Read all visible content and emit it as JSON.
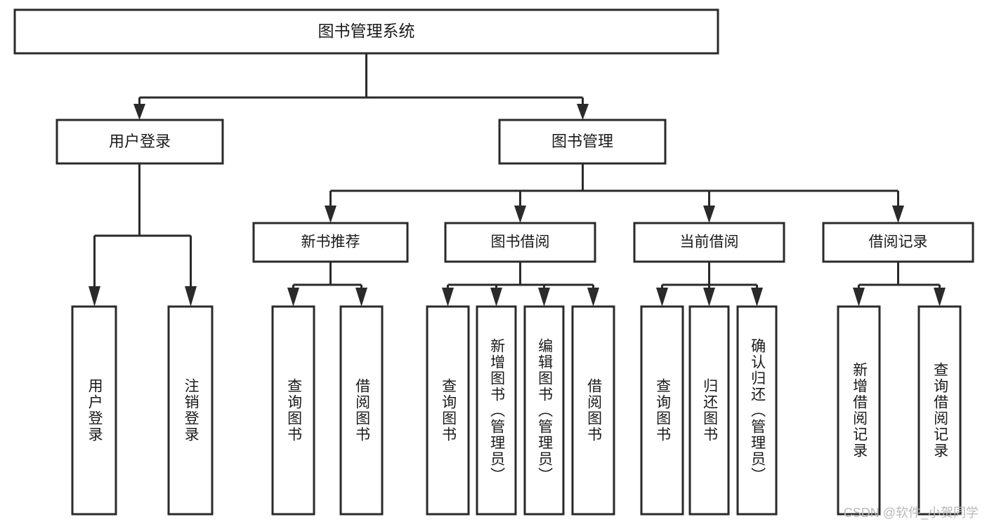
{
  "diagram": {
    "title": "图书管理系统",
    "type": "tree",
    "colors": {
      "stroke": "#2a2a2a",
      "fill": "#ffffff",
      "text": "#1a1a1a",
      "watermark": "#b9b9b9",
      "background": "#ffffff"
    },
    "root": {
      "label": "图书管理系统"
    },
    "level2": [
      {
        "label": "用户登录"
      },
      {
        "label": "图书管理"
      }
    ],
    "level3": [
      {
        "label": "新书推荐"
      },
      {
        "label": "图书借阅"
      },
      {
        "label": "当前借阅"
      },
      {
        "label": "借阅记录"
      }
    ],
    "leaves": [
      {
        "label": "用户登录",
        "parent": "用户登录"
      },
      {
        "label": "注销登录",
        "parent": "用户登录"
      },
      {
        "label": "查询图书",
        "parent": "新书推荐"
      },
      {
        "label": "借阅图书",
        "parent": "新书推荐"
      },
      {
        "label": "查询图书",
        "parent": "图书借阅"
      },
      {
        "label": "新增图书（管理员）",
        "parent": "图书借阅"
      },
      {
        "label": "编辑图书（管理员）",
        "parent": "图书借阅"
      },
      {
        "label": "借阅图书",
        "parent": "图书借阅"
      },
      {
        "label": "查询图书",
        "parent": "当前借阅"
      },
      {
        "label": "归还图书",
        "parent": "当前借阅"
      },
      {
        "label": "确认归还（管理员）",
        "parent": "当前借阅"
      },
      {
        "label": "新增借阅记录",
        "parent": "借阅记录"
      },
      {
        "label": "查询借阅记录",
        "parent": "借阅记录"
      }
    ]
  },
  "watermark": {
    "text": "CSDN @软件_小贺同学"
  }
}
